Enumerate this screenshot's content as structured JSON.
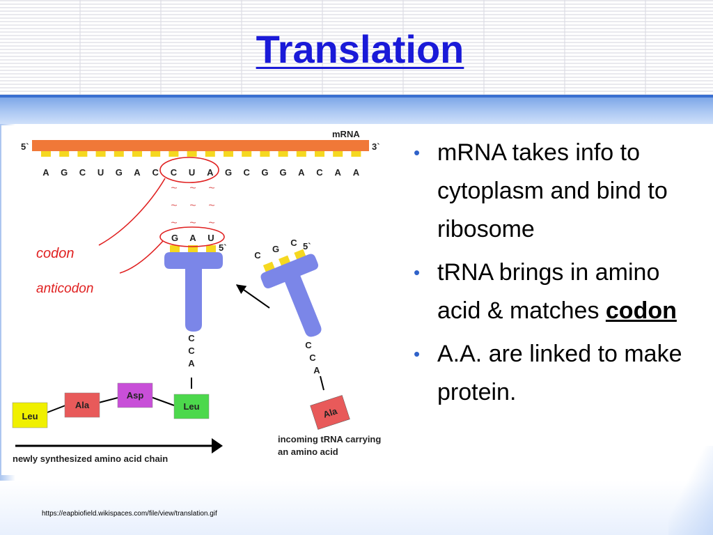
{
  "slide": {
    "title": "Translation",
    "source": "https://eapbiofield.wikispaces.com/file/view/translation.gif"
  },
  "bullets": [
    {
      "text": "mRNA takes info to cytoplasm and bind to ribosome"
    },
    {
      "text": "tRNA brings in amino acid & matches ",
      "emphasis": "codon"
    },
    {
      "text": "A.A. are linked to make protein."
    }
  ],
  "diagram": {
    "mrna_label": "mRNA",
    "five_prime": "5`",
    "three_prime": "3`",
    "mrna_sequence": [
      "A",
      "G",
      "C",
      "U",
      "G",
      "A",
      "C",
      "C",
      "U",
      "A",
      "G",
      "C",
      "G",
      "G",
      "A",
      "C",
      "A",
      "A"
    ],
    "wave_glyph": "~",
    "anticodon_bases": [
      "G",
      "A",
      "U"
    ],
    "anticodon_end": "5`",
    "incoming_anticodon_bases": [
      "C",
      "G",
      "C"
    ],
    "incoming_end": "5`",
    "acceptor_stem": [
      "C",
      "C",
      "A"
    ],
    "handwritten_codon": "codon",
    "handwritten_anticodon": "anticodon",
    "amino_acids": [
      {
        "label": "Leu",
        "color": "#f0f000"
      },
      {
        "label": "Ala",
        "color": "#e85a5a"
      },
      {
        "label": "Asp",
        "color": "#c84fd8"
      },
      {
        "label": "Leu",
        "color": "#4cd84c"
      }
    ],
    "incoming_amino_acid": {
      "label": "Ala",
      "color": "#e85a5a"
    },
    "chain_caption": "newly synthesized amino acid chain",
    "incoming_caption_line1": "incoming tRNA carrying",
    "incoming_caption_line2": "an amino acid",
    "colors": {
      "mrna_strand": "#f07838",
      "base_tick": "#f5d820",
      "trna": "#7b86e8",
      "annotation": "#e02020",
      "title": "#1a1ad8"
    }
  }
}
